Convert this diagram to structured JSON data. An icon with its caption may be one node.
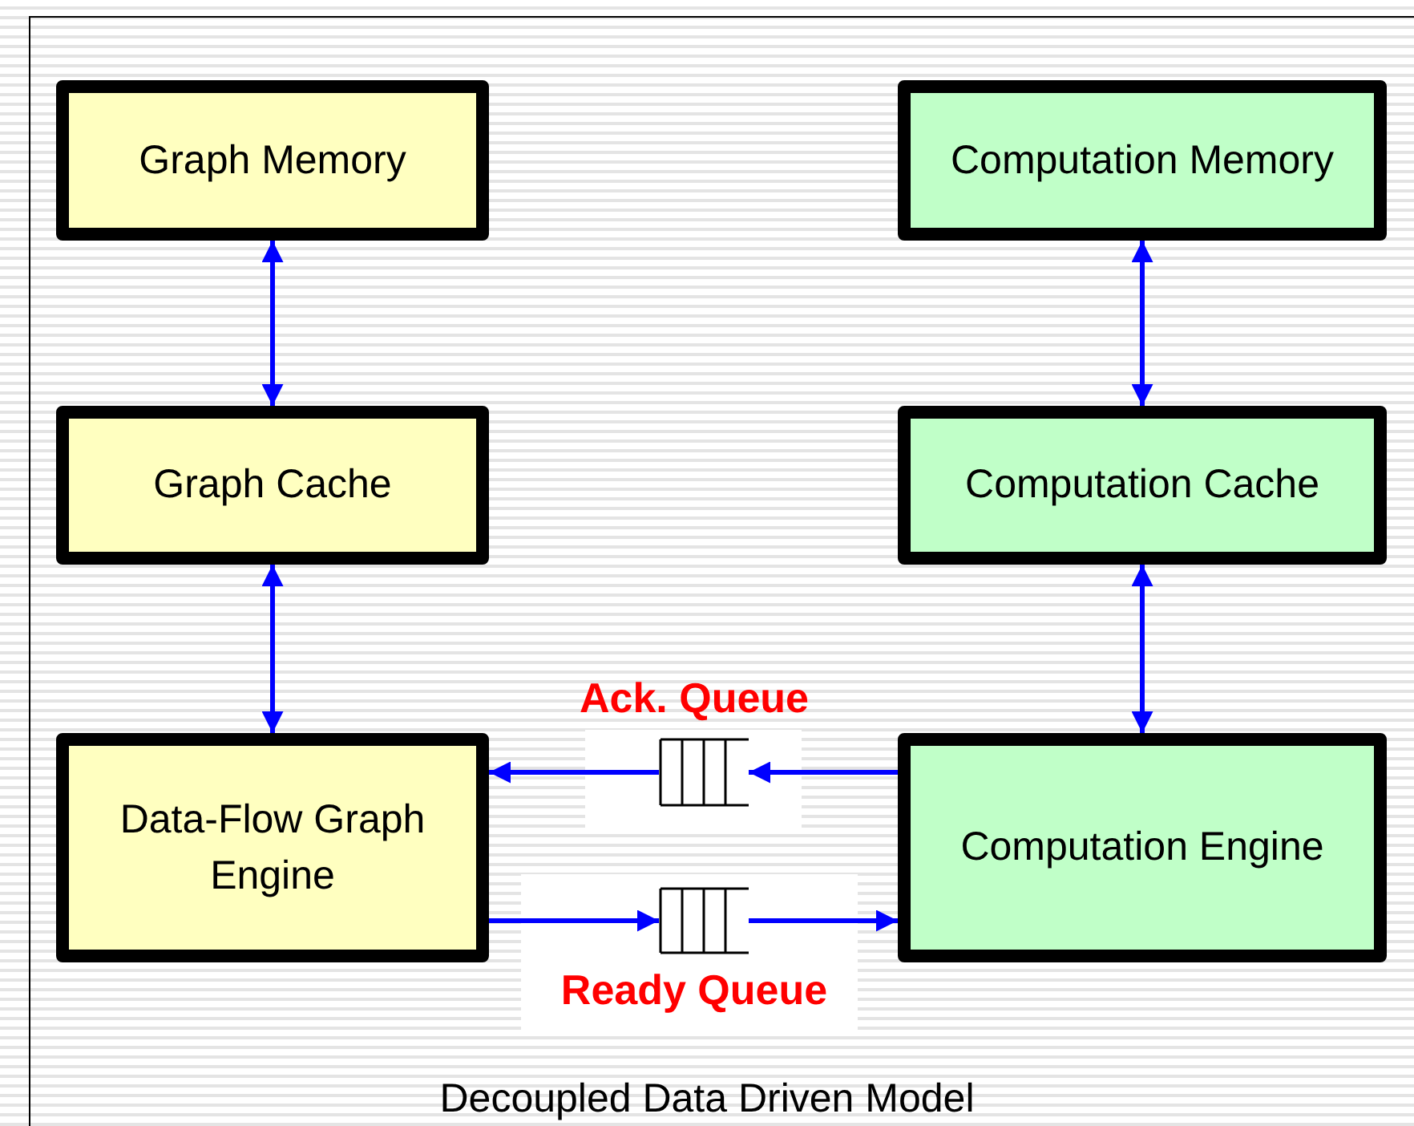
{
  "diagram": {
    "caption": "Decoupled Data Driven Model",
    "nodes": [
      {
        "text": [
          "Graph  Memory"
        ]
      },
      {
        "text": [
          "Computation Memory"
        ]
      },
      {
        "text": [
          "Graph Cache"
        ]
      },
      {
        "text": [
          "Computation Cache"
        ]
      },
      {
        "text": [
          "Data-Flow Graph Engine"
        ]
      },
      {
        "text": [],
        "shape": "queue",
        "beside": [
          "Ack. Queue"
        ]
      },
      {
        "text": [
          "Computation Engine"
        ]
      },
      {
        "text": [],
        "shape": "queue",
        "beside": [
          "Ready Queue"
        ]
      }
    ],
    "edges": [
      {
        "from": 0,
        "to": 2,
        "arrow": "both"
      },
      {
        "from": 2,
        "to": 4,
        "arrow": "both"
      },
      {
        "from": 1,
        "to": 3,
        "arrow": "both"
      },
      {
        "from": 3,
        "to": 6,
        "arrow": "both"
      },
      {
        "from": 6,
        "to": 5,
        "arrow": "to"
      },
      {
        "from": 5,
        "to": 4,
        "arrow": "to"
      },
      {
        "from": 4,
        "to": 7,
        "arrow": "to"
      },
      {
        "from": 7,
        "to": 6,
        "arrow": "to"
      }
    ]
  }
}
